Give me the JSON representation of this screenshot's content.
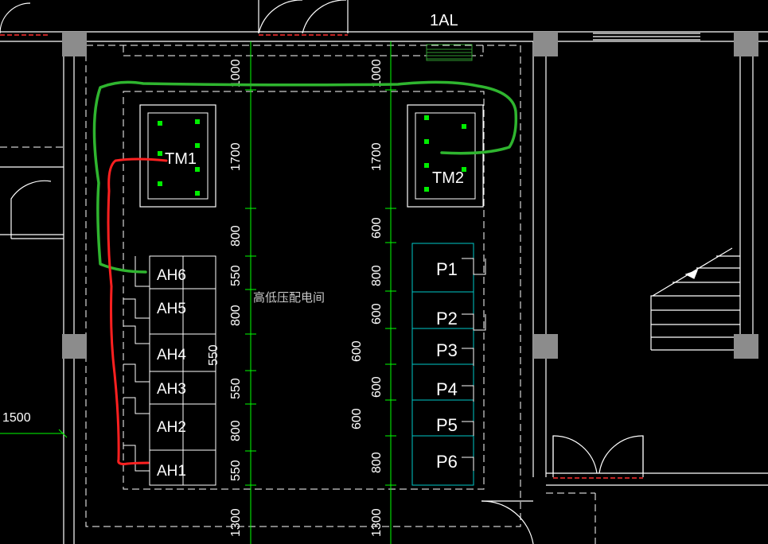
{
  "drawing": {
    "axis_label": "1AL",
    "room_name": "高低压配电间",
    "left_dimension": "1500",
    "transformers": [
      "TM1",
      "TM2"
    ],
    "hv_cabinets": [
      "AH6",
      "AH5",
      "AH4",
      "AH3",
      "AH2",
      "AH1"
    ],
    "lv_panels": [
      "P1",
      "P2",
      "P3",
      "P4",
      "P5",
      "P6"
    ],
    "dims_left_column": [
      "1000",
      "1700",
      "800",
      "550",
      "800",
      "550",
      "800",
      "550",
      "1300"
    ],
    "dims_right_column": [
      "1000",
      "1700",
      "600",
      "800",
      "600",
      "600",
      "800",
      "1300"
    ],
    "dims_inner": [
      "550",
      "600",
      "600"
    ],
    "colors": {
      "background": "#000000",
      "wall": "#ffffff",
      "column": "#8c8c8c",
      "dimension": "#00ff00",
      "lv_panel": "#00c8c8",
      "door_threshold": "#ff3030",
      "markup_green": "#2fb52f",
      "markup_red": "#ff2020",
      "anchor_point": "#00ee00"
    }
  }
}
